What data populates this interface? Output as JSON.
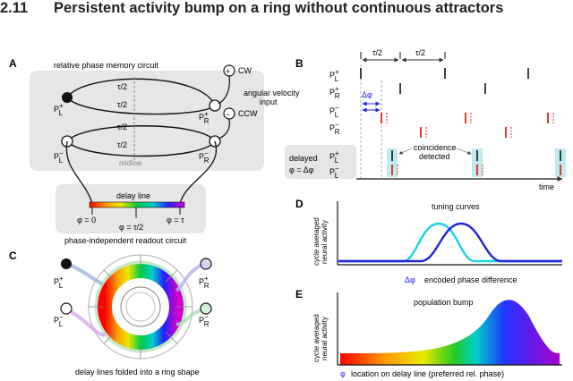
{
  "section": {
    "number": "2.11",
    "title": "Persistent activity bump on a ring without continuous attractors"
  },
  "colors": {
    "red": "#e2231a",
    "blue": "#1f22e0",
    "cyan": "#19d3e6",
    "gray_bg": "#e6e6e6",
    "highlight": "#bfeaf0",
    "black": "#111111"
  },
  "panel_a": {
    "label": "A",
    "title": "relative phase memory circuit",
    "tau_half": "τ/2",
    "midline": "midline",
    "plus": "+",
    "minus": "−",
    "cw": "CW",
    "ccw": "CCW",
    "angular_velocity": "angular velocity",
    "input": "input",
    "neuron_pl_plus": "P",
    "delay_line": "delay line",
    "phi_zero": "φ = 0",
    "phi_half": "φ = τ/2",
    "phi_tau": "φ = τ",
    "readout": "phase-independent readout circuit"
  },
  "neuron_labels": {
    "p": "P",
    "L": "L",
    "R": "R",
    "sup_plus": "+",
    "sup_minus": "−"
  },
  "panel_b": {
    "label": "B",
    "tau_half": "τ/2",
    "delta_phi": "Δφ",
    "coincidence": "coincidence",
    "detected": "detected",
    "delayed": "delayed",
    "phi_eq": "φ = Δφ",
    "time": "time"
  },
  "panel_c": {
    "label": "C",
    "caption": "delay lines folded into a ring shape"
  },
  "panel_d": {
    "label": "D",
    "title": "tuning curves",
    "ylabel_1": "cycle averaged",
    "ylabel_2": "neural activity",
    "xlabel_symbol": "Δφ",
    "xlabel": "encoded phase difference"
  },
  "panel_e": {
    "label": "E",
    "title": "population bump",
    "ylabel_1": "cycle averaged",
    "ylabel_2": "neural activity",
    "xlabel_symbol": "φ",
    "xlabel": "location on delay line (preferred rel. phase)"
  }
}
